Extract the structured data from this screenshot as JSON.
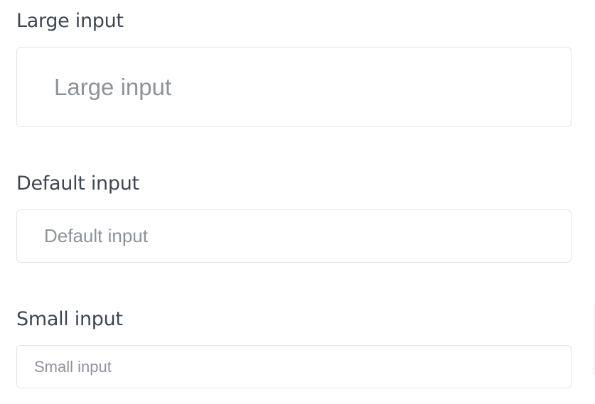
{
  "form": {
    "large": {
      "label": "Large input",
      "placeholder": "Large input",
      "value": ""
    },
    "default": {
      "label": "Default input",
      "placeholder": "Default input",
      "value": ""
    },
    "small": {
      "label": "Small input",
      "placeholder": "Small input",
      "value": ""
    }
  },
  "colors": {
    "label_text": "#3f4651",
    "placeholder_text": "#8e939a",
    "input_border": "#e2e5e9",
    "background": "#ffffff"
  }
}
